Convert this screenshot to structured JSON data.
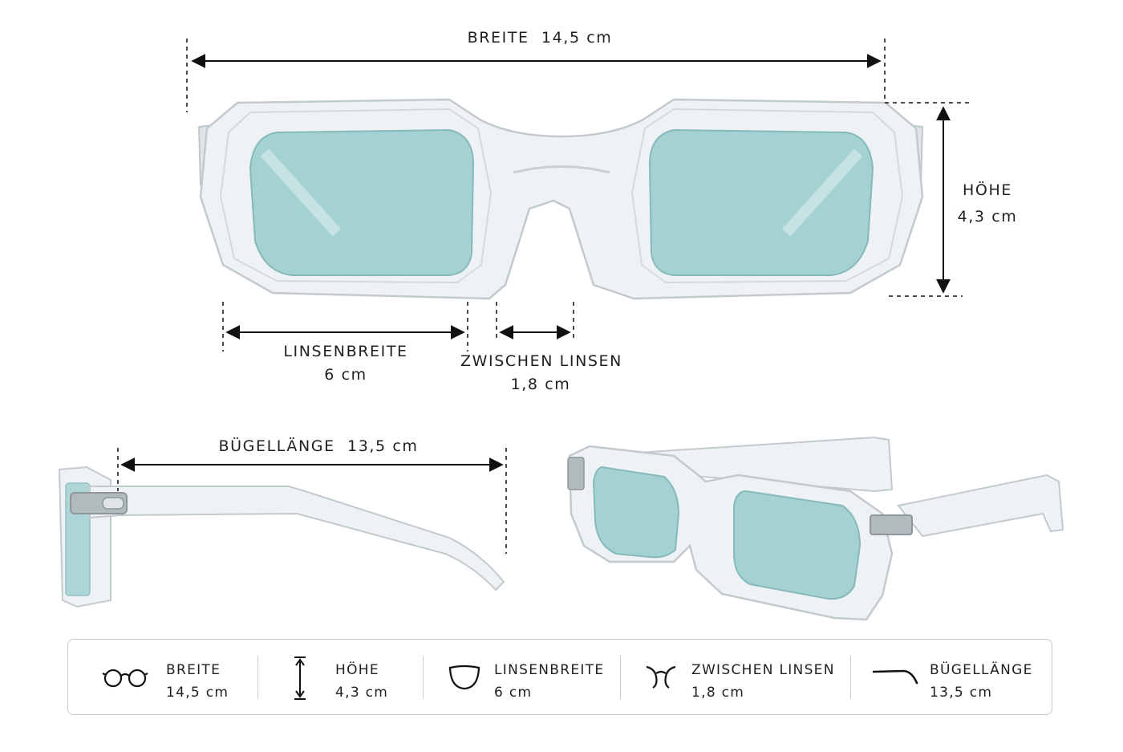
{
  "dimensions": {
    "width": {
      "label": "BREITE",
      "value": "14,5 cm"
    },
    "height": {
      "label": "HÖHE",
      "value": "4,3 cm"
    },
    "lens_width": {
      "label": "LINSENBREITE",
      "value": "6 cm"
    },
    "bridge": {
      "label": "ZWISCHEN LINSEN",
      "value": "1,8 cm"
    },
    "temple": {
      "label": "BÜGELLÄNGE",
      "value": "13,5 cm"
    }
  },
  "spec_bar": [
    {
      "icon": "glasses-front-icon",
      "label": "BREITE",
      "value": "14,5 cm"
    },
    {
      "icon": "height-arrow-icon",
      "label": "HÖHE",
      "value": "4,3 cm"
    },
    {
      "icon": "lens-icon",
      "label": "LINSENBREITE",
      "value": "6 cm"
    },
    {
      "icon": "bridge-icon",
      "label": "ZWISCHEN LINSEN",
      "value": "1,8 cm"
    },
    {
      "icon": "temple-icon",
      "label": "BÜGELLÄNGE",
      "value": "13,5 cm"
    }
  ],
  "colors": {
    "frame": "#e9eef0",
    "frame_edge": "#c4ccd0",
    "lens": "#a4d2d3",
    "lens_edge": "#84b9bb",
    "line": "#111111"
  }
}
